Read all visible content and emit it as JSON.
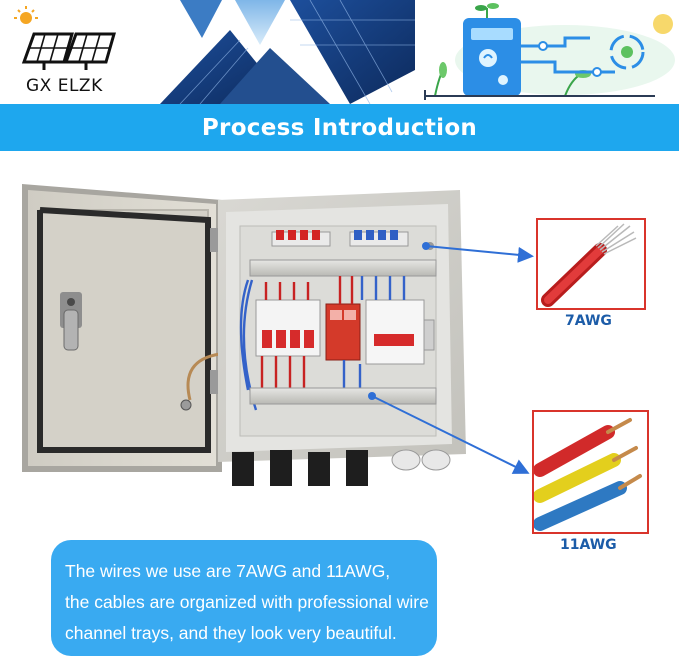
{
  "header": {
    "brand": "GX ELZK",
    "icons": [
      "sun-icon",
      "solar-panel-icon",
      "battery-meter-icon",
      "recycle-icon",
      "plant-icon"
    ]
  },
  "banner": {
    "title": "Process Introduction"
  },
  "callouts": {
    "wire_small_label": "7AWG",
    "wire_large_label": "11AWG"
  },
  "description": {
    "line1": "The wires we use are 7AWG and 11AWG,",
    "line2": "the cables are organized with professional wire",
    "line3": "channel trays, and they look very beautiful."
  },
  "colors": {
    "banner": "#1ea7ee",
    "bubble": "#39aaf1",
    "callout_border": "#d9342b",
    "label_blue": "#1c5ca8",
    "pointer": "#2f6fd6"
  }
}
